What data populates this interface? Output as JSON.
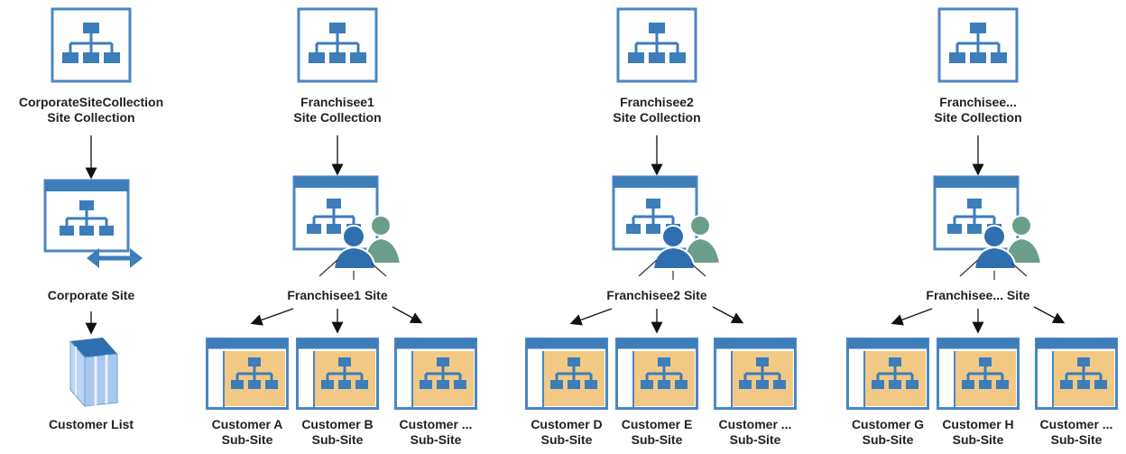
{
  "colors": {
    "icon_blue": "#3d7dba",
    "icon_blue_dark": "#2e6aa7",
    "frame_border": "#4a86c5",
    "orange_fill": "#f1c985",
    "person_blue": "#2f6fb0",
    "person_green": "#6a9e8a",
    "list_blue": "#a9c8ee",
    "arrow": "#111111"
  },
  "corporate": {
    "collection": {
      "name": "CorporateSiteCollection",
      "type": "Site Collection"
    },
    "site": {
      "name": "Corporate Site"
    },
    "list": {
      "name": "Customer List"
    }
  },
  "franchisees": [
    {
      "collection": {
        "name": "Franchisee1",
        "type": "Site Collection"
      },
      "site": {
        "name": "Franchisee1 Site"
      },
      "subsites": [
        {
          "name": "Customer A",
          "type": "Sub-Site"
        },
        {
          "name": "Customer B",
          "type": "Sub-Site"
        },
        {
          "name": "Customer ...",
          "type": "Sub-Site"
        }
      ]
    },
    {
      "collection": {
        "name": "Franchisee2",
        "type": "Site Collection"
      },
      "site": {
        "name": "Franchisee2 Site"
      },
      "subsites": [
        {
          "name": "Customer D",
          "type": "Sub-Site"
        },
        {
          "name": "Customer E",
          "type": "Sub-Site"
        },
        {
          "name": "Customer ...",
          "type": "Sub-Site"
        }
      ]
    },
    {
      "collection": {
        "name": "Franchisee...",
        "type": "Site Collection"
      },
      "site": {
        "name": "Franchisee... Site"
      },
      "subsites": [
        {
          "name": "Customer G",
          "type": "Sub-Site"
        },
        {
          "name": "Customer H",
          "type": "Sub-Site"
        },
        {
          "name": "Customer ...",
          "type": "Sub-Site"
        }
      ]
    }
  ]
}
